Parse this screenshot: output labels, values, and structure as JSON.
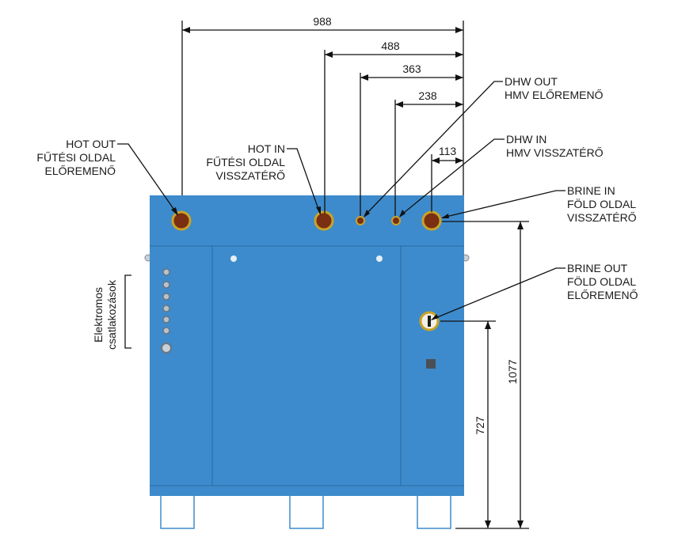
{
  "colors": {
    "body": "#3d8bcc",
    "body_edge": "#2f74b0",
    "panel_line": "#2c6aa3",
    "leg_outline": "#3d8bcc",
    "line": "#111111",
    "port_ring": "#c9a227",
    "port_inner": "#7a2e12",
    "connector": "#b8c2cc"
  },
  "dimensions": {
    "d988": "988",
    "d488": "488",
    "d363": "363",
    "d238": "238",
    "d113": "113",
    "d1077": "1077",
    "d727": "727"
  },
  "labels": {
    "hot_out": [
      "HOT OUT",
      "FŰTÉSI OLDAL",
      "ELŐREMENŐ"
    ],
    "hot_in": [
      "HOT IN",
      "FŰTÉSI OLDAL",
      "VISSZATÉRŐ"
    ],
    "dhw_out": [
      "DHW OUT",
      "HMV ELŐREMENŐ"
    ],
    "dhw_in": [
      "DHW IN",
      "HMV VISSZATÉRŐ"
    ],
    "brine_in": [
      "BRINE IN",
      "FÖLD OLDAL",
      "VISSZATÉRŐ"
    ],
    "brine_out": [
      "BRINE OUT",
      "FÖLD OLDAL",
      "ELŐREMENŐ"
    ],
    "electrical": [
      "Elektromos",
      "csatlakozások"
    ]
  }
}
